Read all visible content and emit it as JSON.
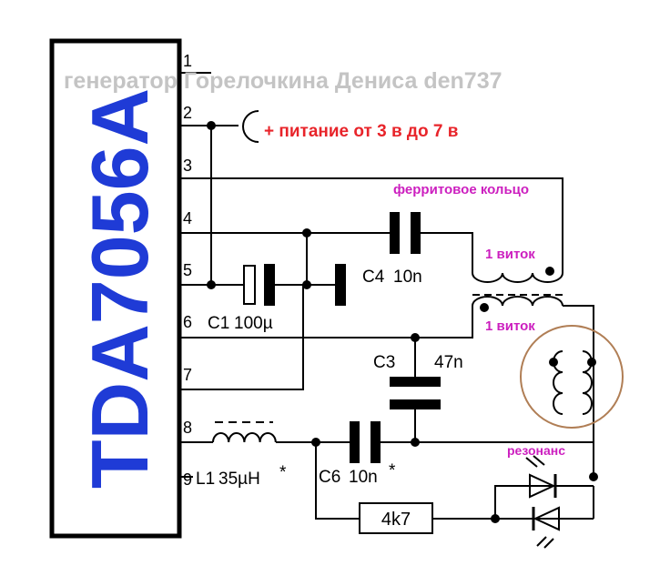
{
  "chip": {
    "name": "TDA7056A"
  },
  "pins": [
    "1",
    "2",
    "3",
    "4",
    "5",
    "6",
    "7",
    "8",
    "9"
  ],
  "watermark": "генератор Горелочкина Дениса den737",
  "supply": "+ питание от 3 в до 7 в",
  "ferrite": "ферритовое кольцо",
  "turn_top": "1 виток",
  "turn_bottom": "1 виток",
  "c1_label": "C1",
  "c1_value": "100µ",
  "c4_label": "C4",
  "c4_value": "10n",
  "c3_label": "C3",
  "c3_value": "47n",
  "c6_label": "C6",
  "c6_value": "10n",
  "c6_mark": "*",
  "l1_label": "L1",
  "l1_value": "35µH",
  "l1_mark": "*",
  "resistor": "4k7",
  "resonance": "резонанс",
  "colors": {
    "red": "#e8242a",
    "magenta": "#cc1fbf",
    "blue": "#1f3bd6",
    "ring": "#b07e55",
    "watermark": "#c4c4c4"
  }
}
